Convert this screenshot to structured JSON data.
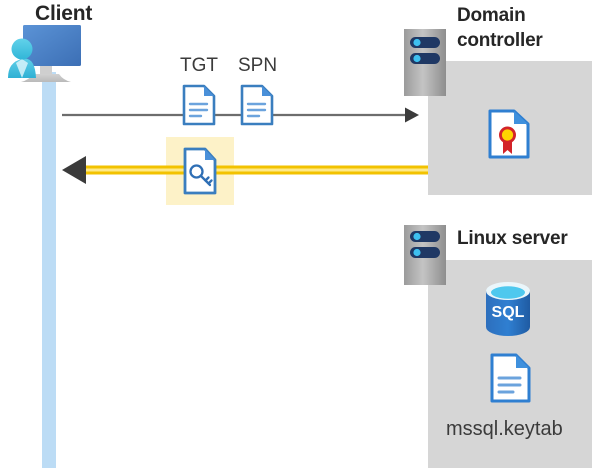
{
  "diagram": {
    "title": "Kerberos authentication flow between client, domain controller and Linux server",
    "background_color": "#ffffff"
  },
  "client": {
    "label": "Client",
    "icon": "desktop-user-icon",
    "lifeline_color": "#bcdcf5"
  },
  "messages": {
    "request": {
      "labels": [
        "TGT",
        "SPN"
      ],
      "tgt_label": "TGT",
      "spn_label": "SPN",
      "icon": "document-icon",
      "line_color": "#6d6d6d",
      "direction": "client-to-domain-controller"
    },
    "response": {
      "icon": "key-document-icon",
      "line_color": "#f2c200",
      "arrowhead_color": "#3b3b3b",
      "highlight_color": "#fdf2c8",
      "direction": "domain-controller-to-client"
    }
  },
  "domain_controller": {
    "label": "Domain\ncontroller",
    "server_icon": "server-icon",
    "panel_color": "#d6d6d6",
    "contents": [
      {
        "icon": "certificate-document-icon",
        "label": ""
      }
    ]
  },
  "linux_server": {
    "label": "Linux server",
    "server_icon": "server-icon",
    "panel_color": "#d6d6d6",
    "contents": [
      {
        "icon": "sql-database-icon",
        "label": "SQL"
      },
      {
        "icon": "document-icon",
        "label": "mssql.keytab"
      }
    ],
    "sql_label": "SQL",
    "keytab_label": "mssql.keytab"
  },
  "colors": {
    "accent_blue": "#2f7fd1",
    "doc_blue": "#3a7ebf",
    "gold": "#f2c200",
    "panel_gray": "#d6d6d6",
    "text_dark": "#262626"
  }
}
